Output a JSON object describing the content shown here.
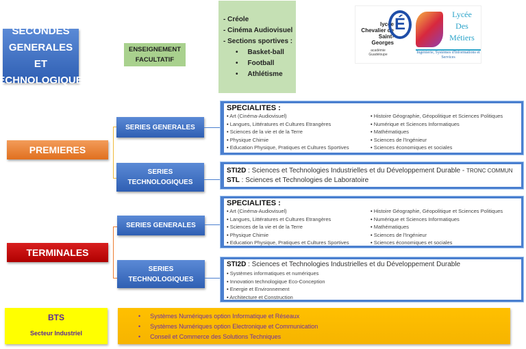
{
  "secondes": {
    "title": [
      "SECONDES",
      "GENERALES  ET",
      "TECHNOLOGIQUES"
    ]
  },
  "enseignement": {
    "label": [
      "ENSEIGNEMENT",
      "FACULTATIF"
    ]
  },
  "options": {
    "items": [
      "- Créole",
      "- Cinéma Audiovisuel",
      "- Sections sportives :"
    ],
    "sports": [
      "Basket-ball",
      "Football",
      "Athlétisme"
    ]
  },
  "logo": {
    "lycee1": "lycée Chevalier de Saint-Georges",
    "academie": "académie Guadeloupe",
    "lycee2": [
      "Lycée",
      "Des",
      "Métiers"
    ],
    "tagline": "Ingénierie, Systèmes d'Informations et Services"
  },
  "premieres": {
    "label": "PREMIERES",
    "series_gen": "SERIES GENERALES",
    "series_tech": [
      "SERIES",
      "TECHNOLOGIQUES"
    ],
    "specialites": {
      "title": "SPECIALITES :",
      "left": [
        "Art (Cinéma-Audiovisuel)",
        "Langues, Littératures et Cultures Etrangères",
        "Sciences de la vie et de la Terre",
        "Physique Chimie",
        "Education Physique, Pratiques et Cultures Sportives"
      ],
      "right": [
        "Histoire Géographie, Géopolitique et Sciences Politiques",
        "Numérique et Sciences Informatiques",
        "Mathématiques",
        "Sciences de l'Ingénieur",
        "Sciences économiques et sociales"
      ]
    },
    "tech": {
      "sti2d_code": "STI2D",
      "sti2d_text": " : Sciences et Technologies Industrielles et du Développement Durable - ",
      "tronc": "TRONC COMMUN",
      "stl_code": "STL",
      "stl_text": " : Sciences et Technologies de Laboratoire"
    }
  },
  "terminales": {
    "label": "TERMINALES",
    "series_gen": "SERIES GENERALES",
    "series_tech": [
      "SERIES",
      "TECHNOLOGIQUES"
    ],
    "specialites": {
      "title": "SPECIALITES :",
      "left": [
        "Art (Cinéma-Audiovisuel)",
        "Langues, Littératures et Cultures Etrangères",
        "Sciences de la vie et de la Terre",
        "Physique Chimie",
        "Education Physique, Pratiques et Cultures Sportives"
      ],
      "right": [
        "Histoire Géographie, Géopolitique et Sciences Politiques",
        "Numérique et Sciences Informatiques",
        "Mathématiques",
        "Sciences de l'Ingénieur",
        "Sciences économiques et sociales"
      ]
    },
    "tech": {
      "sti2d_code": "STI2D",
      "sti2d_text": " : Sciences et Technologies Industrielles et du Développement Durable",
      "items": [
        "Systèmes informatiques et numériques",
        "Innovation technologique Eco-Conception",
        "Energie et Environnement",
        "Architecture et Construction"
      ]
    }
  },
  "bts": {
    "title": "BTS",
    "subtitle": "Secteur Industriel",
    "items": [
      "Systèmes Numériques option Informatique et Réseaux",
      "Systèmes Numériques option Electronique et Communication",
      "Conseil et Commerce des Solutions Techniques"
    ]
  },
  "colors": {
    "blue": "#4472c4",
    "green": "#a9d18e",
    "orange": "#ed7d31",
    "red": "#c00000",
    "yellow": "#ffff00",
    "gold": "#ffc000"
  }
}
